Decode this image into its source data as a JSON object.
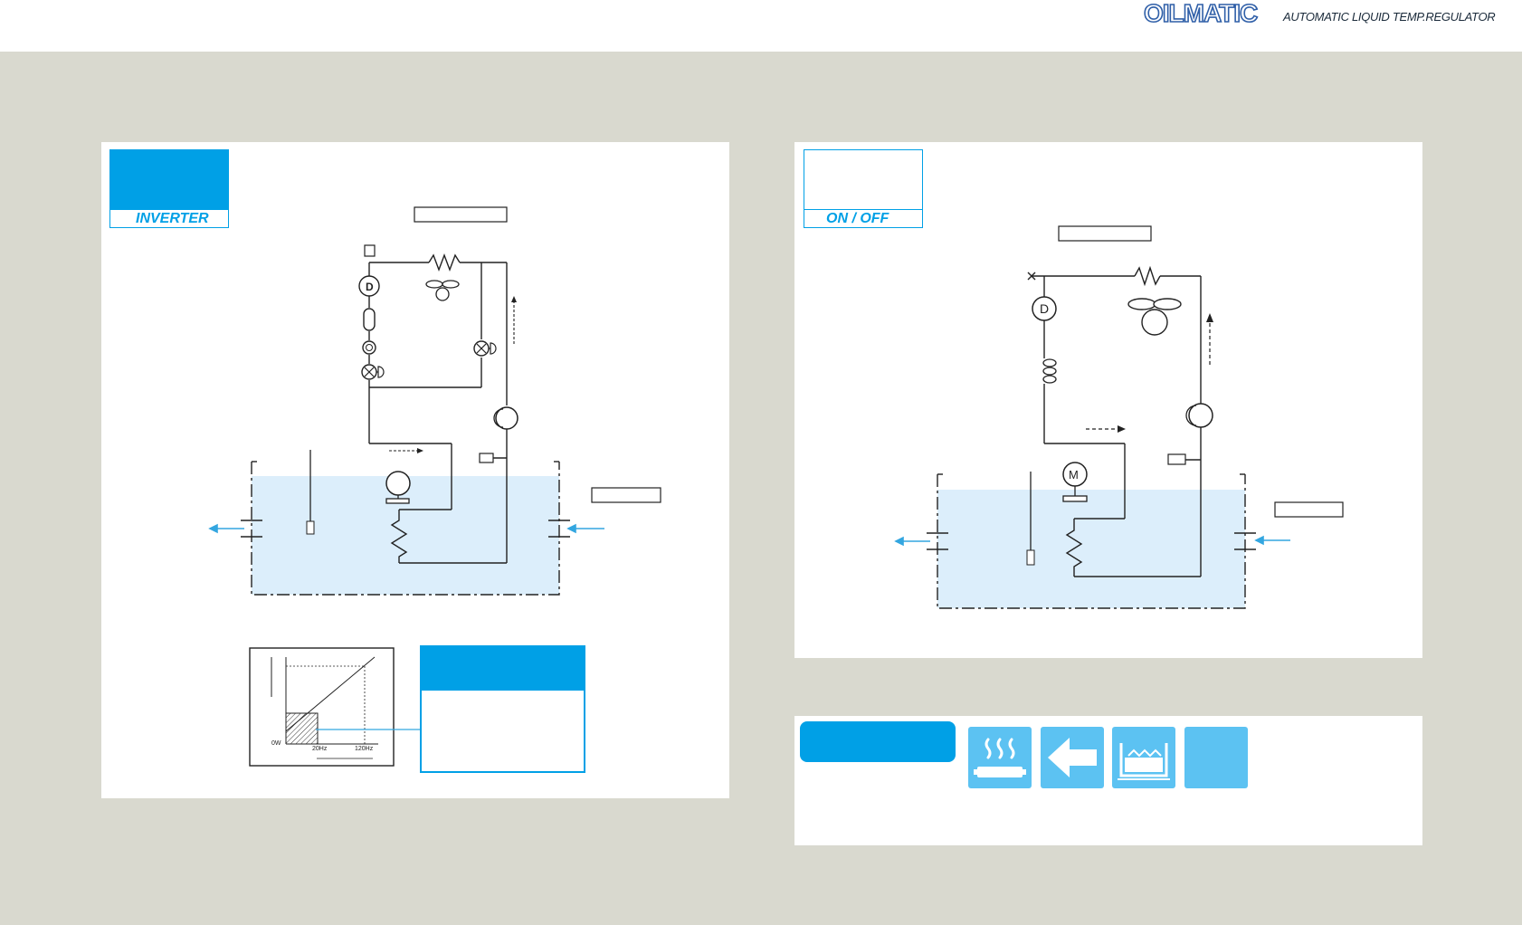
{
  "header": {
    "brand": "OILMATIC",
    "subtitle": "AUTOMATIC LIQUID TEMP.REGULATOR"
  },
  "panels": {
    "inverter": {
      "tag_label": "INVERTER"
    },
    "onoff": {
      "tag_label": "ON / OFF"
    }
  },
  "graph": {
    "y_tick": "0W",
    "x_ticks": [
      "20Hz",
      "120Hz"
    ]
  },
  "features": {
    "icons": [
      "heater-icon",
      "arrow-left-icon",
      "tank-liquid-icon",
      "blank-icon"
    ]
  },
  "colors": {
    "accent": "#00a0e6",
    "icon_bg": "#5cc2f2",
    "liquid": "#dceefb",
    "background": "#d9d9cf"
  }
}
